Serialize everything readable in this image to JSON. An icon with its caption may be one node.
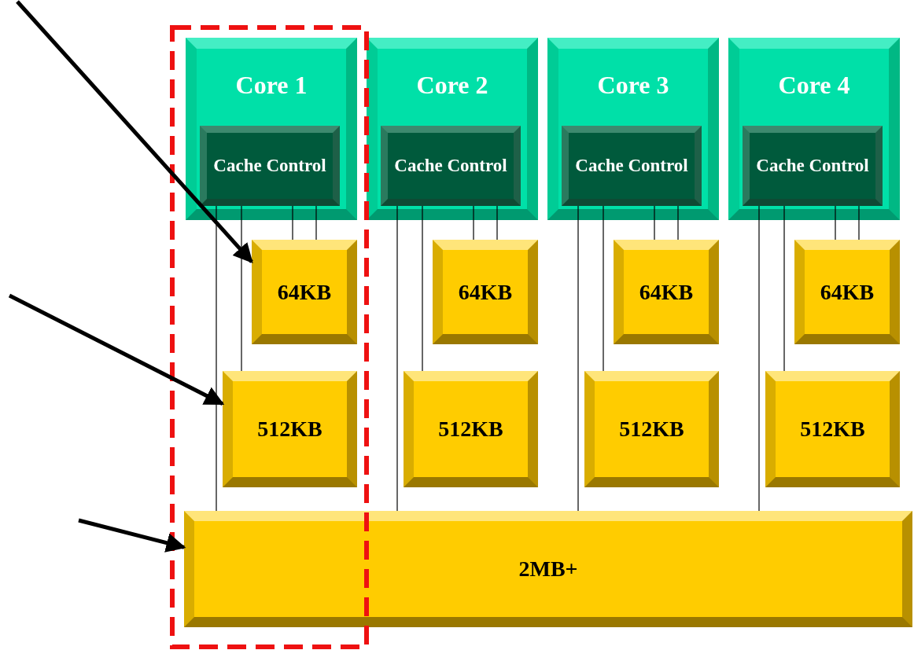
{
  "diagram": {
    "nodes": [
      {
        "text": [
          "Core 1"
        ]
      },
      {
        "text": [
          "Cache Control"
        ],
        "in": 0
      },
      {
        "text": [
          "Core 2"
        ]
      },
      {
        "text": [
          "Cache Control"
        ],
        "in": 2
      },
      {
        "text": [
          "Core 3"
        ]
      },
      {
        "text": [
          "Cache Control"
        ],
        "in": 4
      },
      {
        "text": [
          "Core 4"
        ]
      },
      {
        "text": [
          "Cache Control"
        ],
        "in": 6
      },
      {
        "text": [
          "64KB"
        ]
      },
      {
        "text": [
          "64KB"
        ]
      },
      {
        "text": [
          "64KB"
        ]
      },
      {
        "text": [
          "64KB"
        ]
      },
      {
        "text": [
          "512KB"
        ]
      },
      {
        "text": [
          "512KB"
        ]
      },
      {
        "text": [
          "512KB"
        ]
      },
      {
        "text": [
          "512KB"
        ]
      },
      {
        "text": [
          "2MB+"
        ]
      }
    ],
    "edges": [
      {
        "from": 1,
        "to": 8,
        "arrow": "none"
      },
      {
        "from": 1,
        "to": 8,
        "arrow": "none"
      },
      {
        "from": 1,
        "to": 12,
        "arrow": "none"
      },
      {
        "from": 1,
        "to": 16,
        "arrow": "none"
      },
      {
        "from": 3,
        "to": 9,
        "arrow": "none"
      },
      {
        "from": 3,
        "to": 9,
        "arrow": "none"
      },
      {
        "from": 3,
        "to": 13,
        "arrow": "none"
      },
      {
        "from": 3,
        "to": 16,
        "arrow": "none"
      },
      {
        "from": 5,
        "to": 10,
        "arrow": "none"
      },
      {
        "from": 5,
        "to": 10,
        "arrow": "none"
      },
      {
        "from": 5,
        "to": 14,
        "arrow": "none"
      },
      {
        "from": 5,
        "to": 16,
        "arrow": "none"
      },
      {
        "from": 7,
        "to": 11,
        "arrow": "none"
      },
      {
        "from": 7,
        "to": 11,
        "arrow": "none"
      },
      {
        "from": 7,
        "to": 15,
        "arrow": "none"
      },
      {
        "from": 7,
        "to": 16,
        "arrow": "none"
      },
      {
        "from": null,
        "to": 8,
        "arrow": "to",
        "style": "thick"
      },
      {
        "from": null,
        "to": 12,
        "arrow": "to",
        "style": "thick"
      },
      {
        "from": null,
        "to": 16,
        "arrow": "to",
        "style": "thick"
      }
    ]
  }
}
